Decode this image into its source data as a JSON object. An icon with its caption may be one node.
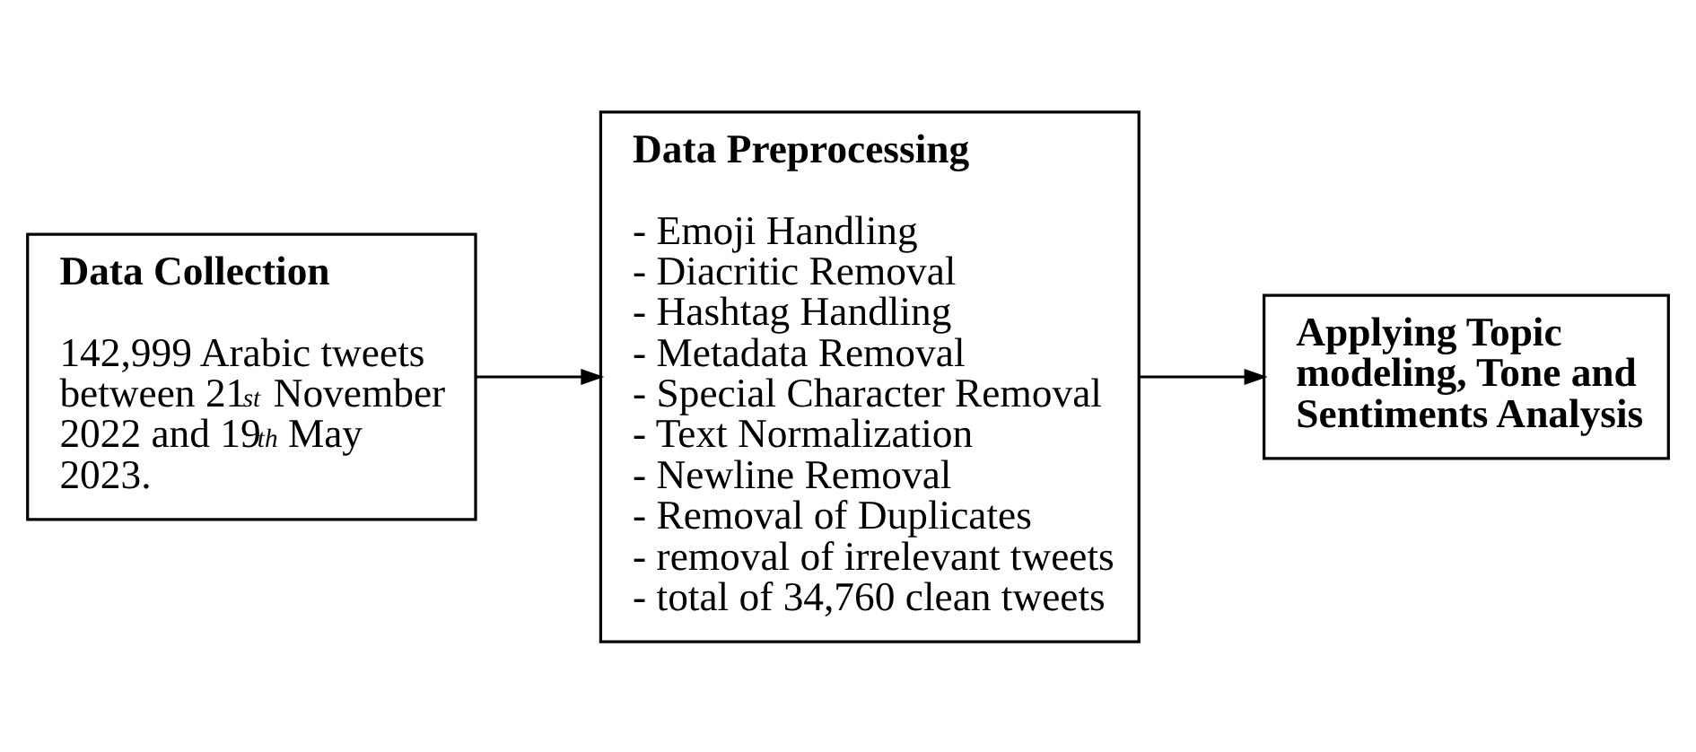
{
  "diagram": {
    "nodes": [
      {
        "text": [
          "Data Collection",
          "142,999 Arabic tweets between 21$^{st}$ November 2022 and 19$^{th}$ May 2023."
        ]
      },
      {
        "text": [
          "Data Preprocessing",
          "- Emoji Handling",
          "- Diacritic Removal",
          "- Hashtag Handling",
          "- Metadata Removal",
          "- Special Character Removal",
          "- Text Normalization",
          "- Newline Removal",
          "- Removal of Duplicates",
          "- removal of irrelevant tweets",
          "- total of 34,760 clean tweets"
        ]
      },
      {
        "text": [
          "Applying Topic modeling, Tone and Sentiments Analysis"
        ]
      }
    ],
    "edges": [
      {
        "from": 0,
        "to": 1,
        "arrow": "to"
      },
      {
        "from": 1,
        "to": 2,
        "arrow": "to"
      }
    ]
  }
}
